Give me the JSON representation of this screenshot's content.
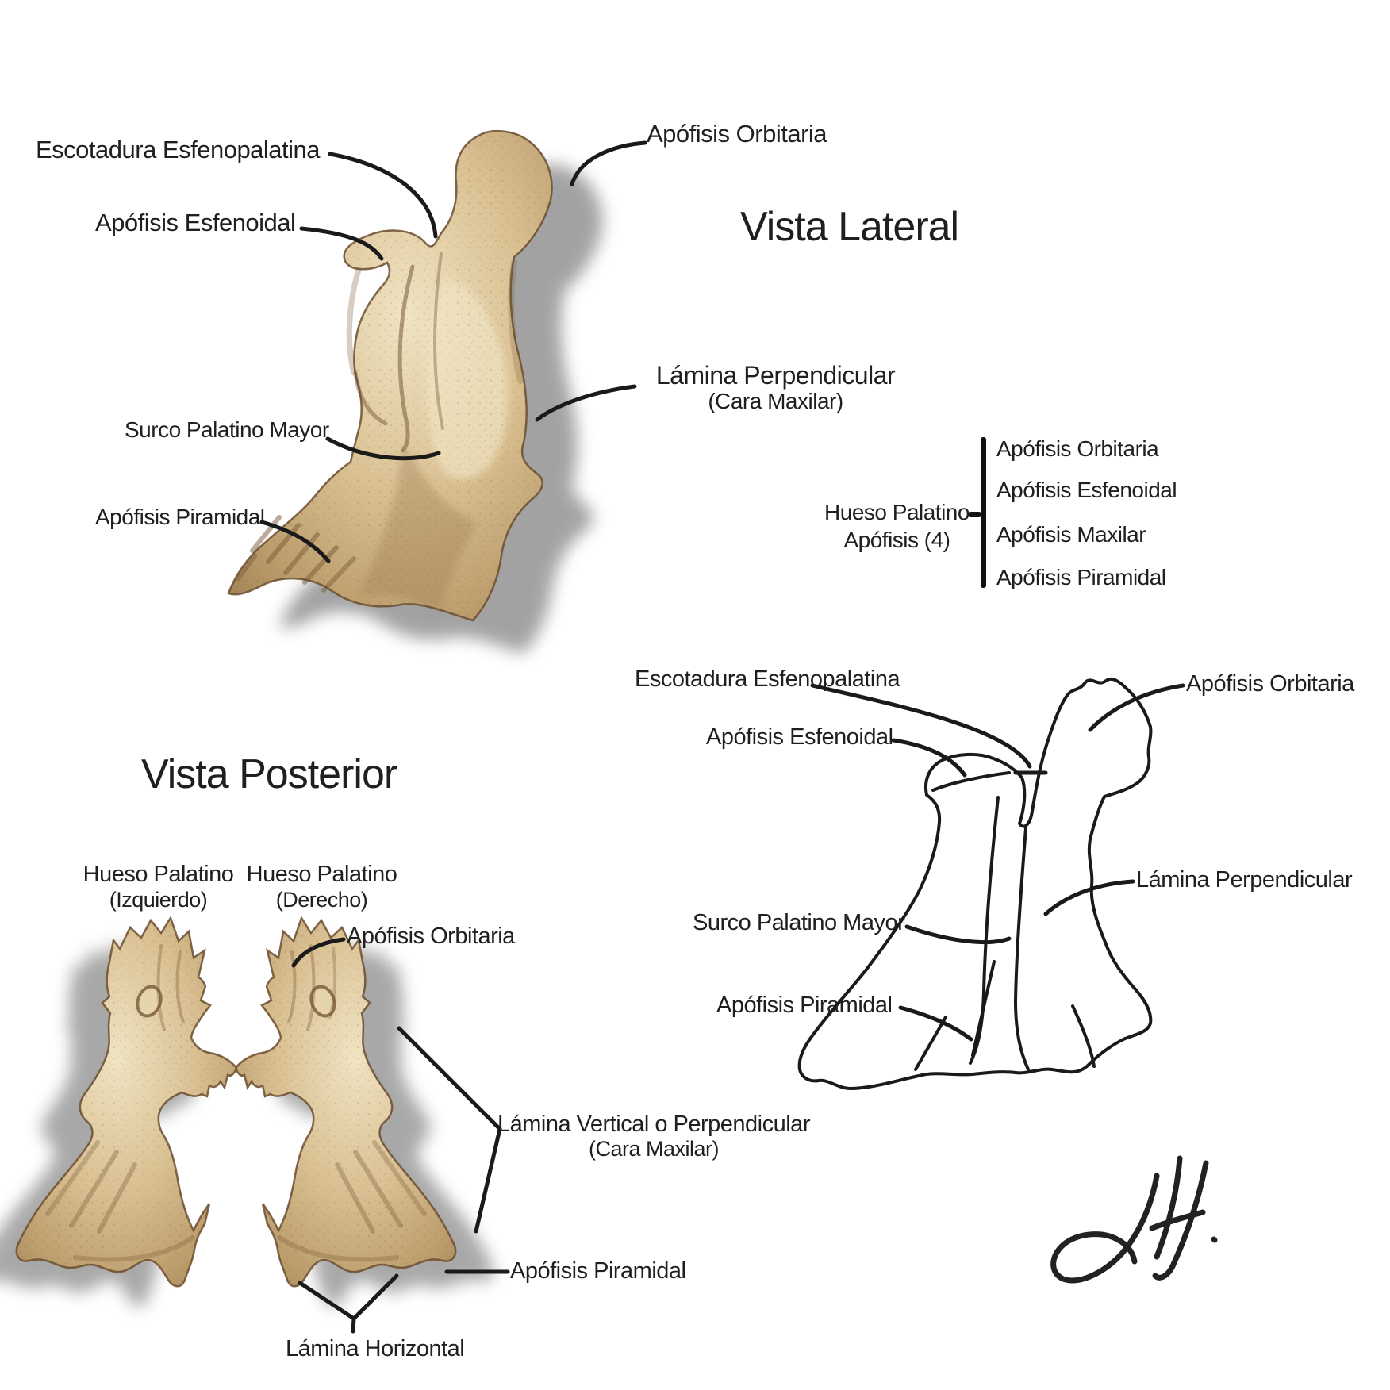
{
  "lateral_view": {
    "title": "Vista Lateral",
    "labels": {
      "escotadura_esfenopalatina": "Escotadura Esfenopalatina",
      "apofisis_esfenoidal": "Apófisis Esfenoidal",
      "apofisis_orbitaria": "Apófisis Orbitaria",
      "lamina_perpendicular": "Lámina Perpendicular",
      "lamina_perpendicular_sub": "(Cara Maxilar)",
      "surco_palatino_mayor": "Surco Palatino Mayor",
      "apofisis_piramidal": "Apófisis Piramidal"
    }
  },
  "legend": {
    "title_line1": "Hueso Palatino",
    "title_line2": "Apófisis (4)",
    "items": [
      "Apófisis Orbitaria",
      "Apófisis Esfenoidal",
      "Apófisis Maxilar",
      "Apófisis Piramidal"
    ]
  },
  "outline_view": {
    "labels": {
      "escotadura_esfenopalatina": "Escotadura Esfenopalatina",
      "apofisis_esfenoidal": "Apófisis Esfenoidal",
      "apofisis_orbitaria": "Apófisis Orbitaria",
      "lamina_perpendicular": "Lámina Perpendicular",
      "surco_palatino_mayor": "Surco Palatino Mayor",
      "apofisis_piramidal": "Apófisis Piramidal"
    }
  },
  "posterior_view": {
    "title": "Vista Posterior",
    "left_bone_title_line1": "Hueso Palatino",
    "left_bone_title_line2": "(Izquierdo)",
    "right_bone_title_line1": "Hueso Palatino",
    "right_bone_title_line2": "(Derecho)",
    "labels": {
      "apofisis_orbitaria": "Apófisis Orbitaria",
      "lamina_vertical": "Lámina Vertical o Perpendicular",
      "lamina_vertical_sub": "(Cara Maxilar)",
      "apofisis_piramidal": "Apófisis Piramidal",
      "lamina_horizontal": "Lámina Horizontal"
    }
  },
  "colors": {
    "bone_light": "#efe3c2",
    "bone_mid": "#c9aa7d",
    "bone_dark": "#7a5a38",
    "line": "#1a1a1a",
    "shadow": "#8f8f8f",
    "background": "#ffffff",
    "text": "#1f1f1f"
  }
}
